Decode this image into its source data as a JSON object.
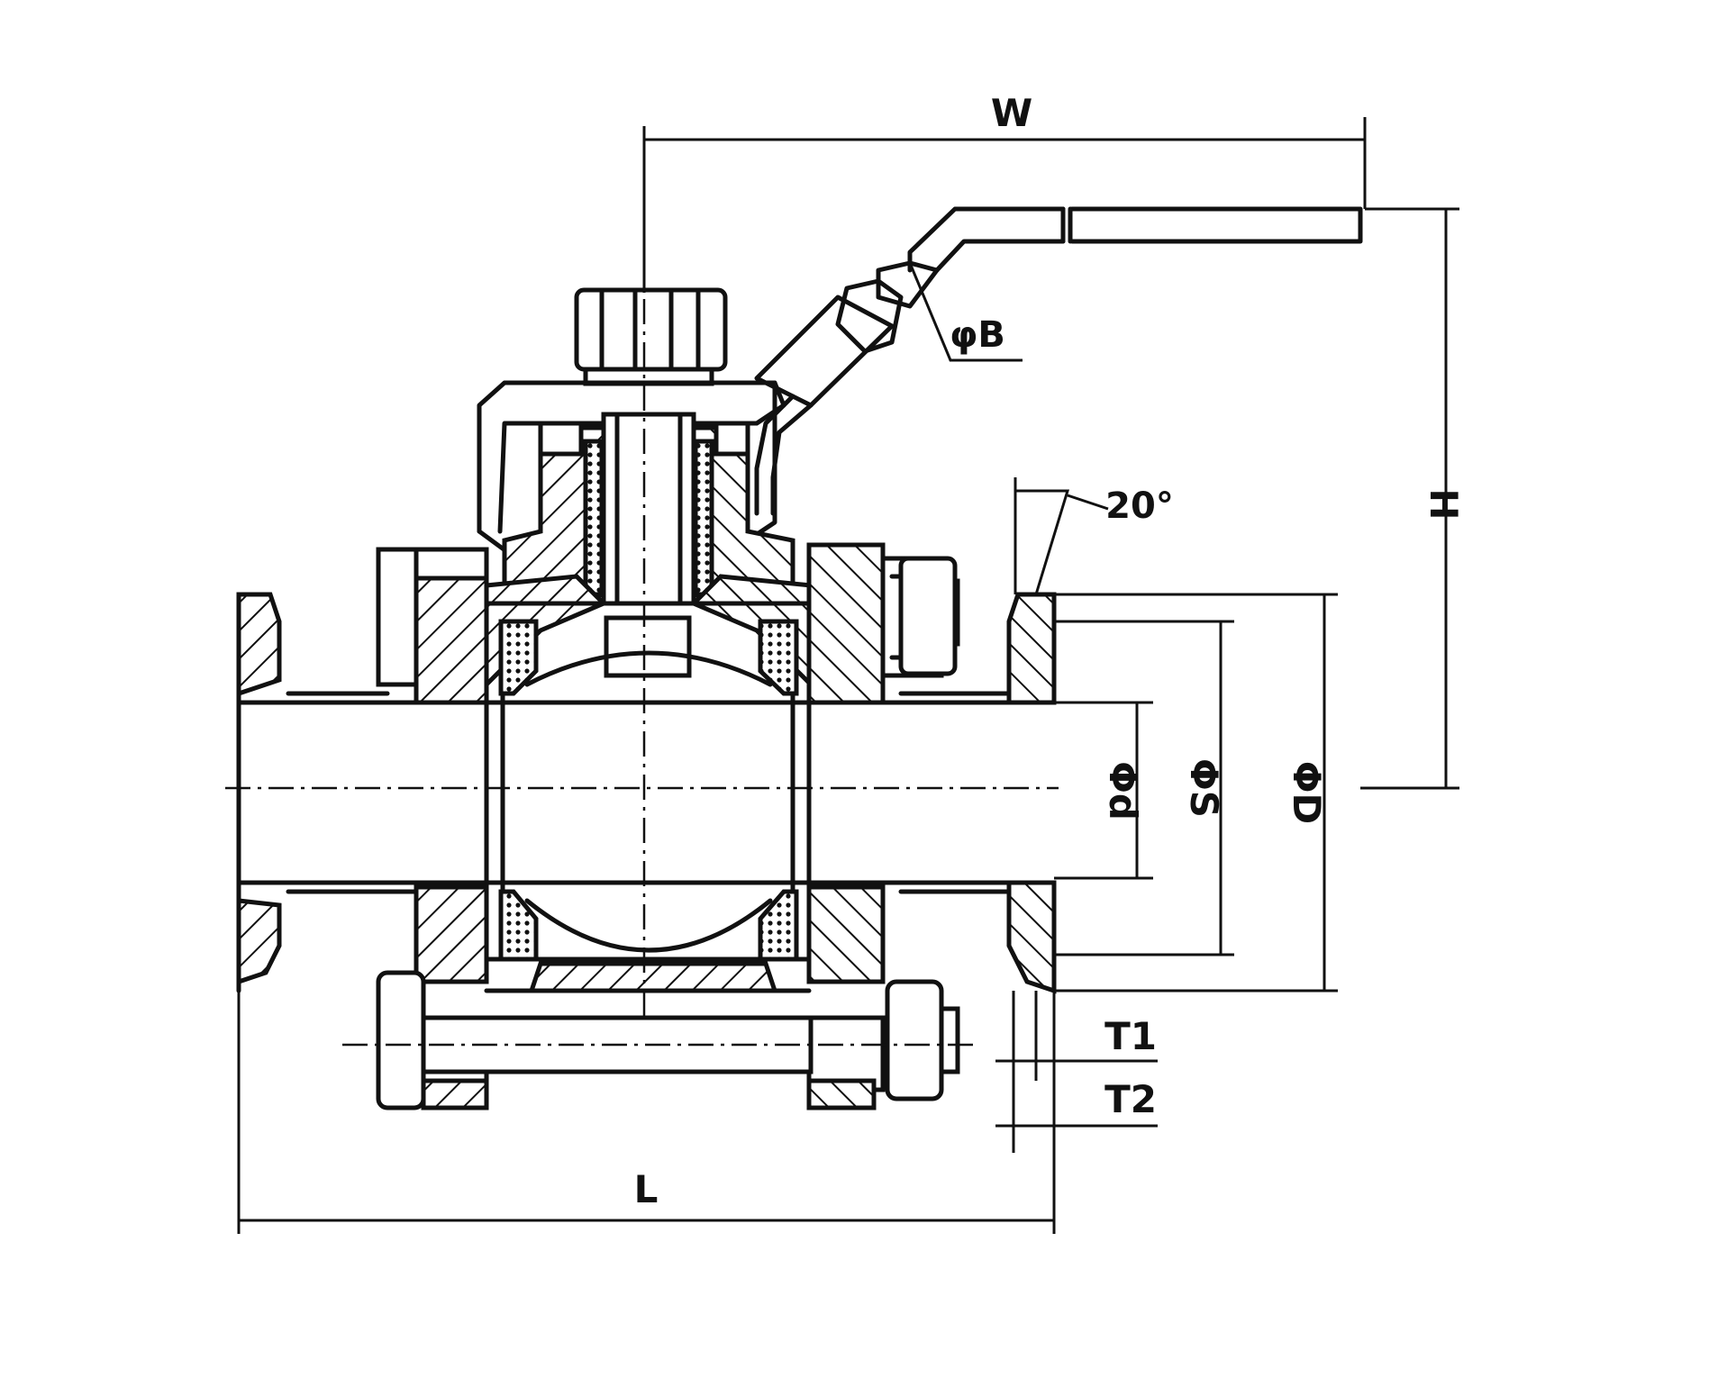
{
  "labels": {
    "w": "W",
    "phi_b": "φB",
    "angle": "20°",
    "h": "H",
    "phi_d": "Φd",
    "phi_s": "ΦS",
    "phi_D": "ΦD",
    "t1": "T1",
    "t2": "T2",
    "l": "L"
  },
  "colors": {
    "line": "#111111",
    "background": "#ffffff"
  }
}
